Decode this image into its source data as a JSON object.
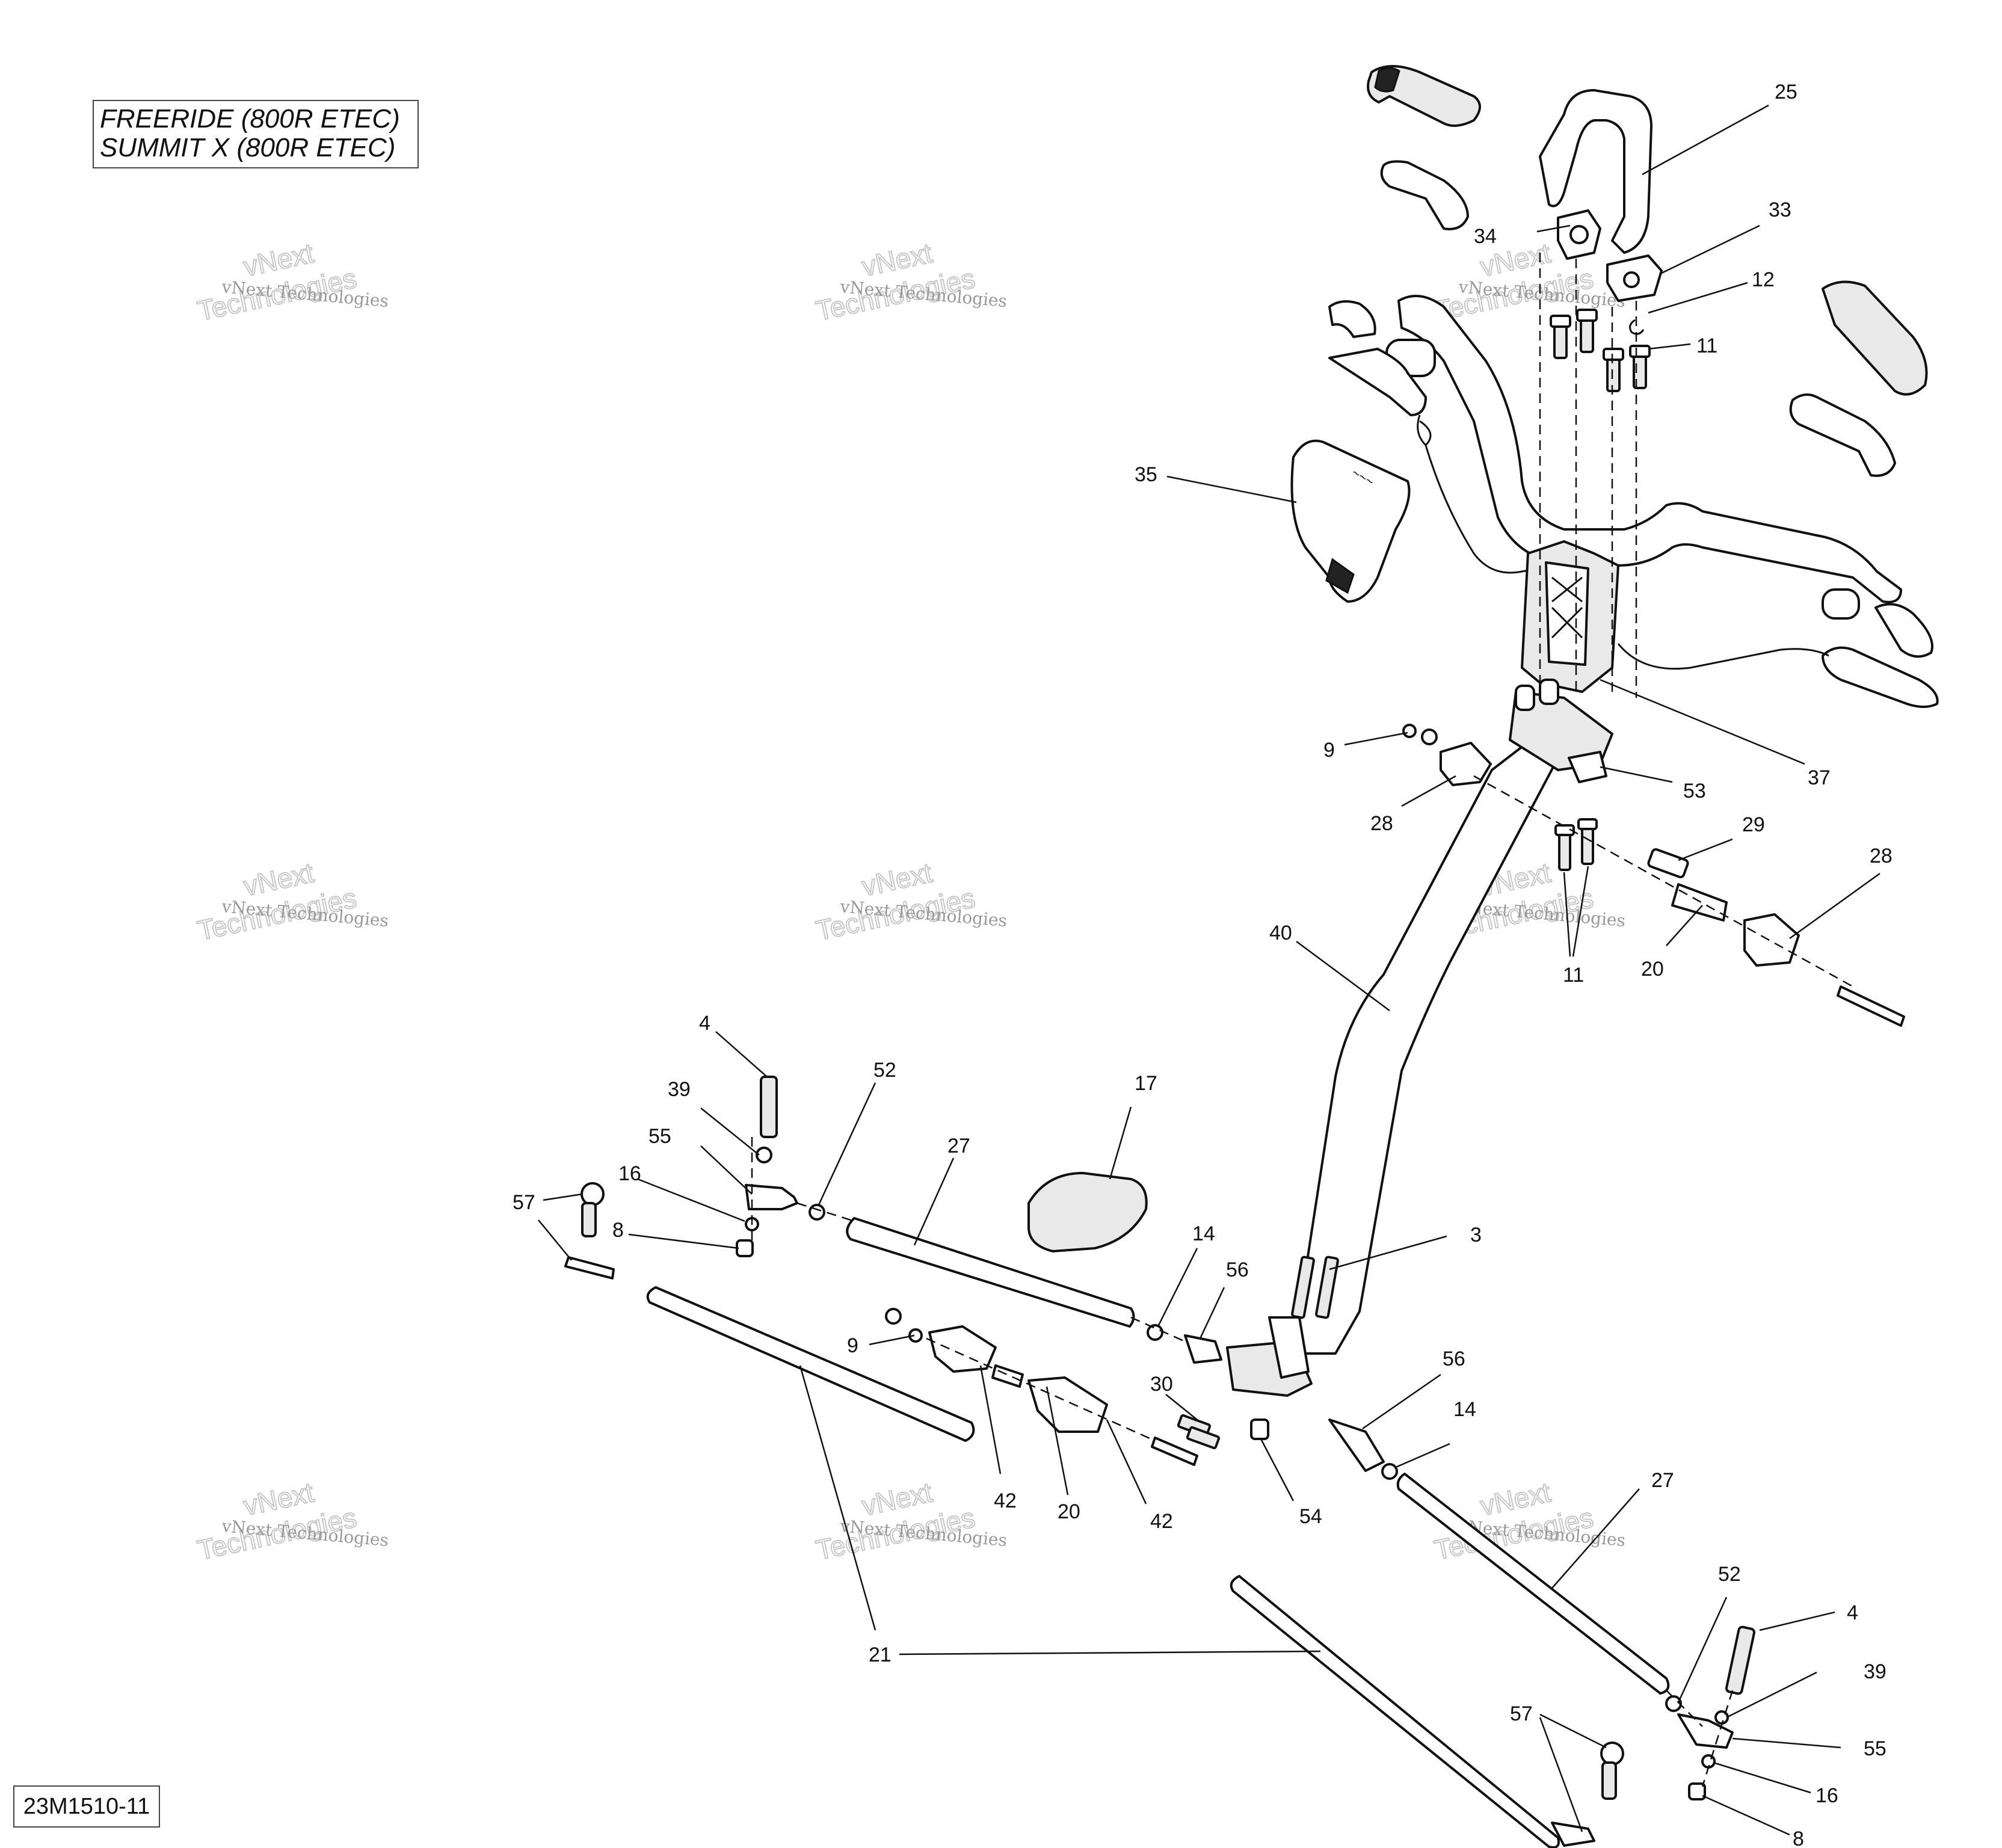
{
  "title_box": {
    "lines": [
      "FREERIDE (800R ETEC)",
      "SUMMIT X (800R ETEC)"
    ]
  },
  "diagram_code": "23M1510-11",
  "watermark": {
    "line1": "vNext Technologies",
    "line2": "Technologies",
    "line3": "vNext"
  },
  "callouts": {
    "c25": "25",
    "c34": "34",
    "c33": "33",
    "c12": "12",
    "c11a": "11",
    "c35": "35",
    "c37": "37",
    "c9a": "9",
    "c28a": "28",
    "c53": "53",
    "c29": "29",
    "c28b": "28",
    "c11b": "11",
    "c20a": "20",
    "c40": "40",
    "c4a": "4",
    "c52a": "52",
    "c39a": "39",
    "c55a": "55",
    "c16a": "16",
    "c57a": "57",
    "c8a": "8",
    "c27a": "27",
    "c17": "17",
    "c14a": "14",
    "c56a": "56",
    "c3": "3",
    "c9b": "9",
    "c30": "30",
    "c42a": "42",
    "c20b": "20",
    "c42b": "42",
    "c54": "54",
    "c56b": "56",
    "c14b": "14",
    "c27b": "27",
    "c21": "21",
    "c52b": "52",
    "c4b": "4",
    "c39b": "39",
    "c55b": "55",
    "c57b": "57",
    "c16b": "16",
    "c8b": "8"
  }
}
